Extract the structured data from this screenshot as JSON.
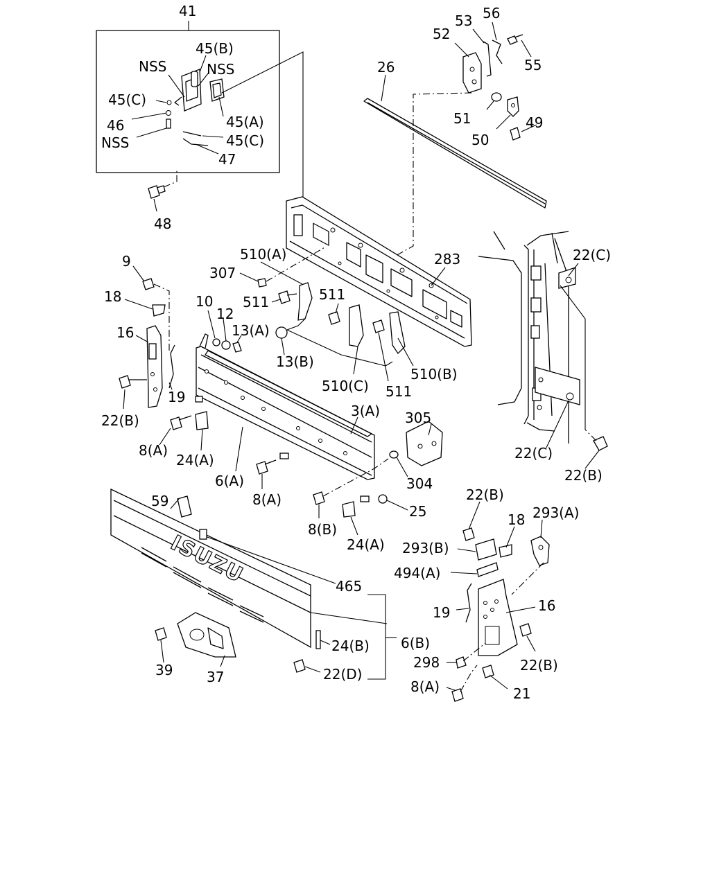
{
  "brand_text": "ISUZU",
  "labels": {
    "l41": "41",
    "l45b": "45(B)",
    "nss1": "NSS",
    "nss2": "NSS",
    "l45c1": "45(C)",
    "l46": "46",
    "nss3": "NSS",
    "l45a": "45(A)",
    "l45c2": "45(C)",
    "l47": "47",
    "l48": "48",
    "l52": "52",
    "l53": "53",
    "l56": "56",
    "l55": "55",
    "l26": "26",
    "l51": "51",
    "l50": "50",
    "l49": "49",
    "l9": "9",
    "l18a": "18",
    "l16a": "16",
    "l22b1": "22(B)",
    "l19a": "19",
    "l510a": "510(A)",
    "l307": "307",
    "l511a": "511",
    "l10": "10",
    "l12": "12",
    "l13a": "13(A)",
    "l13b": "13(B)",
    "l511b": "511",
    "l510c": "510(C)",
    "l511c": "511",
    "l510b": "510(B)",
    "l283": "283",
    "l22c1": "22(C)",
    "l22c2": "22(C)",
    "l22b2": "22(B)",
    "l8a1": "8(A)",
    "l24a1": "24(A)",
    "l6a": "6(A)",
    "l3a": "3(A)",
    "l305": "305",
    "l304": "304",
    "l8a2": "8(A)",
    "l8b": "8(B)",
    "l25": "25",
    "l24a2": "24(A)",
    "l59": "59",
    "l465": "465",
    "l24b": "24(B)",
    "l6b": "6(B)",
    "l39": "39",
    "l37": "37",
    "l22d": "22(D)",
    "l22b3": "22(B)",
    "l18b": "18",
    "l293a": "293(A)",
    "l293b": "293(B)",
    "l494a": "494(A)",
    "l19b": "19",
    "l16b": "16",
    "l298": "298",
    "l22b4": "22(B)",
    "l8a3": "8(A)",
    "l21": "21"
  }
}
